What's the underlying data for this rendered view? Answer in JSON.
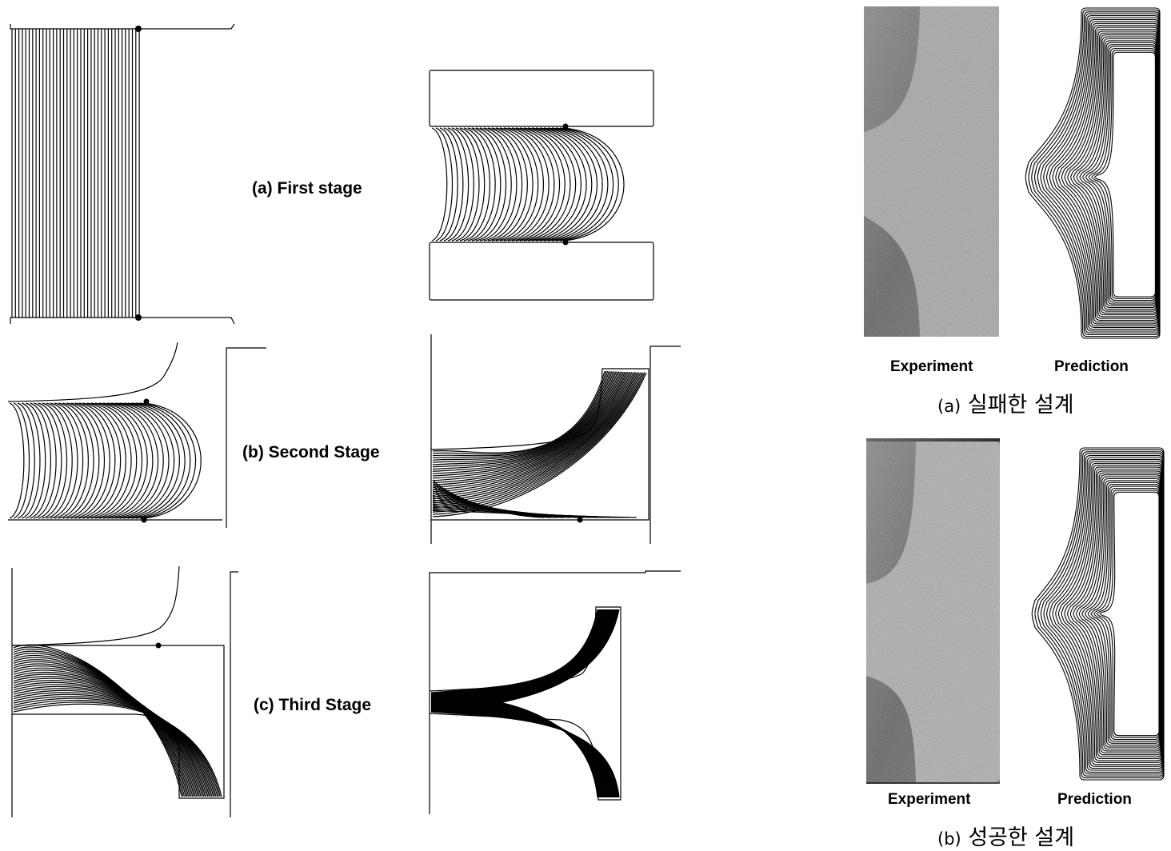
{
  "stages": {
    "a": "(a) First stage",
    "b": "(b) Second Stage",
    "c": "(c) Third Stage"
  },
  "comparison": {
    "top": {
      "left_label": "Experiment",
      "right_label": "Prediction",
      "tag": "(a)",
      "caption": "실패한 설계"
    },
    "bottom": {
      "left_label": "Experiment",
      "right_label": "Prediction",
      "tag": "(b)",
      "caption": "성공한 설계"
    }
  }
}
